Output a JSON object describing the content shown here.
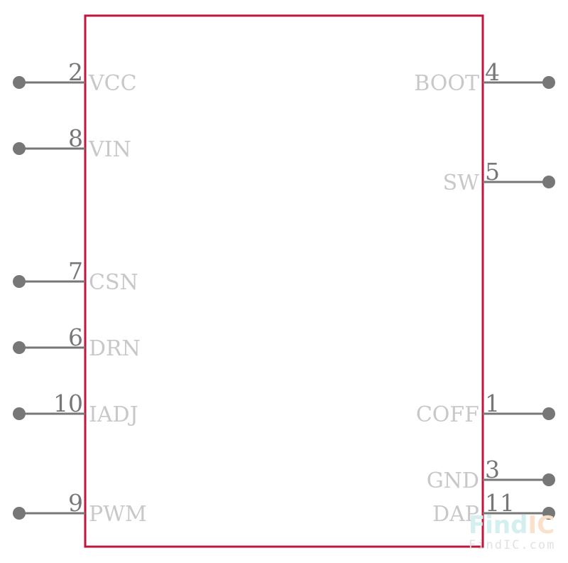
{
  "symbol": {
    "outline_color": "#c0163b",
    "pin_color": "#777777",
    "pin_label_color": "#c8c8c8"
  },
  "pins_left": [
    {
      "number": "2",
      "name": "VCC"
    },
    {
      "number": "8",
      "name": "VIN"
    },
    {
      "number": "7",
      "name": "CSN"
    },
    {
      "number": "6",
      "name": "DRN"
    },
    {
      "number": "10",
      "name": "IADJ"
    },
    {
      "number": "9",
      "name": "PWM"
    }
  ],
  "pins_right": [
    {
      "number": "4",
      "name": "BOOT"
    },
    {
      "number": "5",
      "name": "SW"
    },
    {
      "number": "1",
      "name": "COFF"
    },
    {
      "number": "3",
      "name": "GND"
    },
    {
      "number": "11",
      "name": "DAP"
    }
  ],
  "watermark": {
    "logo_part1": "Find",
    "logo_part2": "IC",
    "url": "FindIC.com",
    "color1": "#d3efef",
    "color2": "#fbe1cc"
  }
}
